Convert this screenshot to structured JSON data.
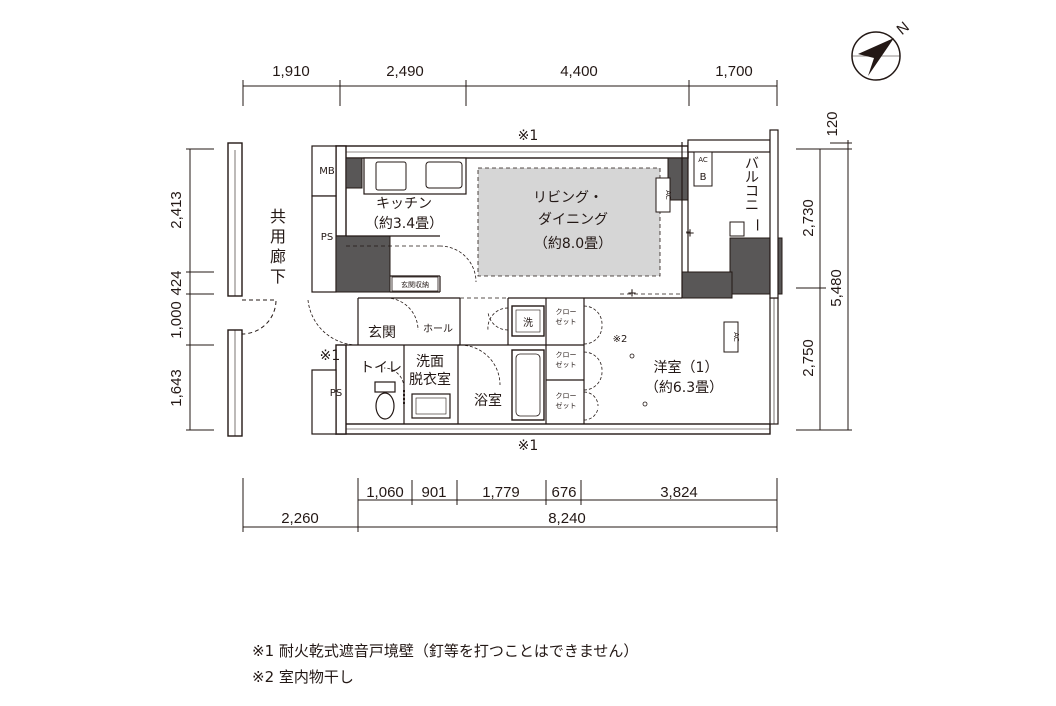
{
  "dimensions": {
    "top": [
      "1,910",
      "2,490",
      "4,400",
      "1,700"
    ],
    "left": [
      "2,413",
      "424",
      "1,000",
      "1,643"
    ],
    "right_top": "120",
    "right": [
      "2,730",
      "2,750"
    ],
    "right_total": "5,480",
    "bottom_inner": [
      "1,060",
      "901",
      "1,779",
      "676",
      "3,824"
    ],
    "bottom_left": "2,260",
    "bottom_total": "8,240"
  },
  "north": "N",
  "rooms": {
    "kitchen": [
      "キッチン",
      "（約3.4畳）"
    ],
    "living": [
      "リビング・",
      "ダイニング",
      "（約8.0畳）"
    ],
    "western": [
      "洋室（1）",
      "（約6.3畳）"
    ],
    "entrance": "玄関",
    "hall": "ホール",
    "toilet": "トイレ",
    "washroom": [
      "洗面",
      "脱衣室"
    ],
    "bath": "浴室",
    "balcony": [
      "バ",
      "ル",
      "コ",
      "ニ",
      "ー"
    ],
    "corridor": [
      "共",
      "用",
      "廊",
      "下"
    ],
    "shoe_storage": "玄関収納",
    "closet": [
      "クロー",
      "ゼット"
    ],
    "wash": "洗",
    "mb": "MB",
    "ps": "PS",
    "ac": "AC",
    "b": "B",
    "mark1": "※1",
    "mark2": "※2"
  },
  "notes": [
    "※1 耐火乾式遮音戸境壁（釘等を打つことはできません）",
    "※2 室内物干し"
  ]
}
